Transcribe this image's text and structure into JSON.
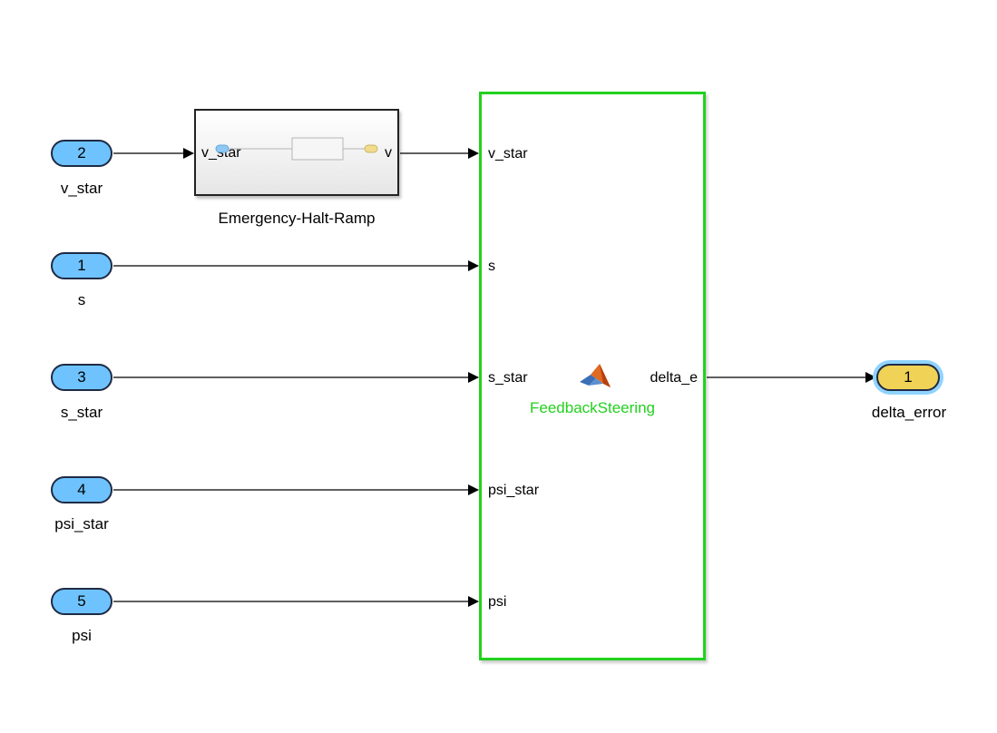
{
  "inports": [
    {
      "number": "2",
      "label": "v_star"
    },
    {
      "number": "1",
      "label": "s"
    },
    {
      "number": "3",
      "label": "s_star"
    },
    {
      "number": "4",
      "label": "psi_star"
    },
    {
      "number": "5",
      "label": "psi"
    }
  ],
  "subsystem": {
    "name": "Emergency-Halt-Ramp",
    "input_label": "v_star",
    "output_label": "v"
  },
  "matlab_function": {
    "name": "FeedbackSteering",
    "inputs": [
      "v_star",
      "s",
      "s_star",
      "psi_star",
      "psi"
    ],
    "output": "delta_e",
    "icon": "matlab-logo-icon"
  },
  "outport": {
    "number": "1",
    "label": "delta_error"
  },
  "colors": {
    "inport_fill": "#6ec3ff",
    "outport_fill": "#f0d257",
    "function_border": "#22d11e",
    "wire": "#000000"
  }
}
